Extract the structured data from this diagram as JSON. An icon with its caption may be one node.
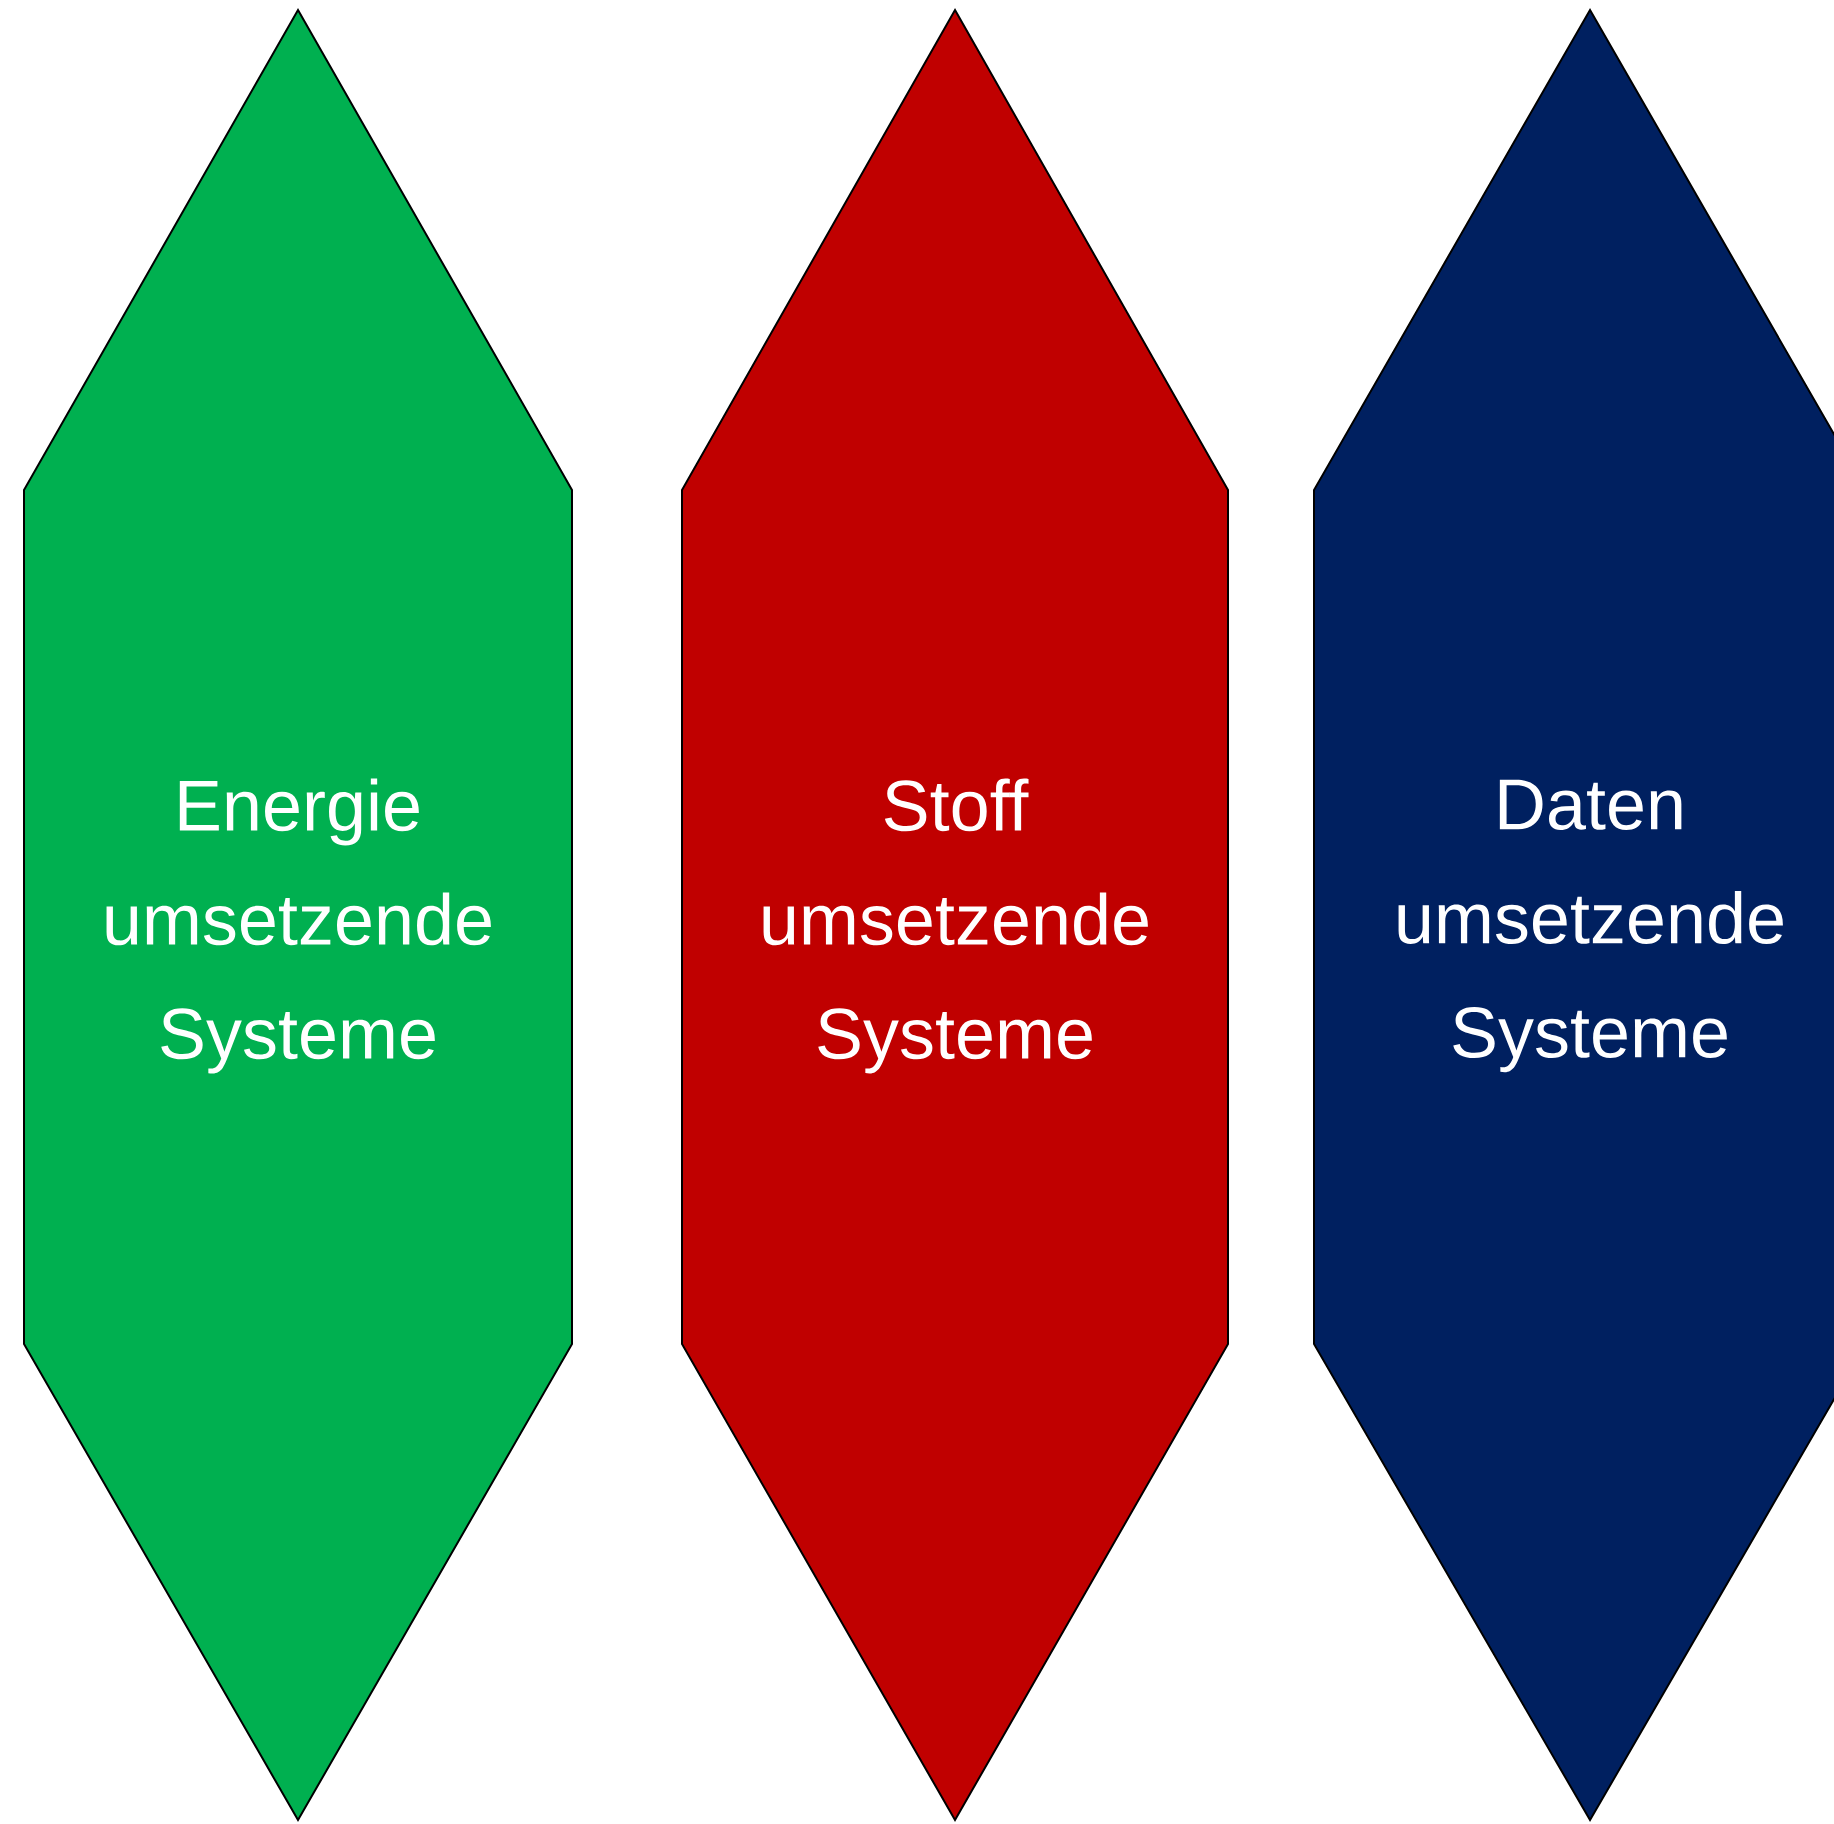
{
  "diagram": {
    "nodes": [
      {
        "text": [
          "Energie umsetzende Systeme"
        ]
      },
      {
        "text": [
          "Stoff umsetzende Systeme"
        ]
      },
      {
        "text": [
          "Daten umsetzende Systeme"
        ]
      }
    ]
  }
}
